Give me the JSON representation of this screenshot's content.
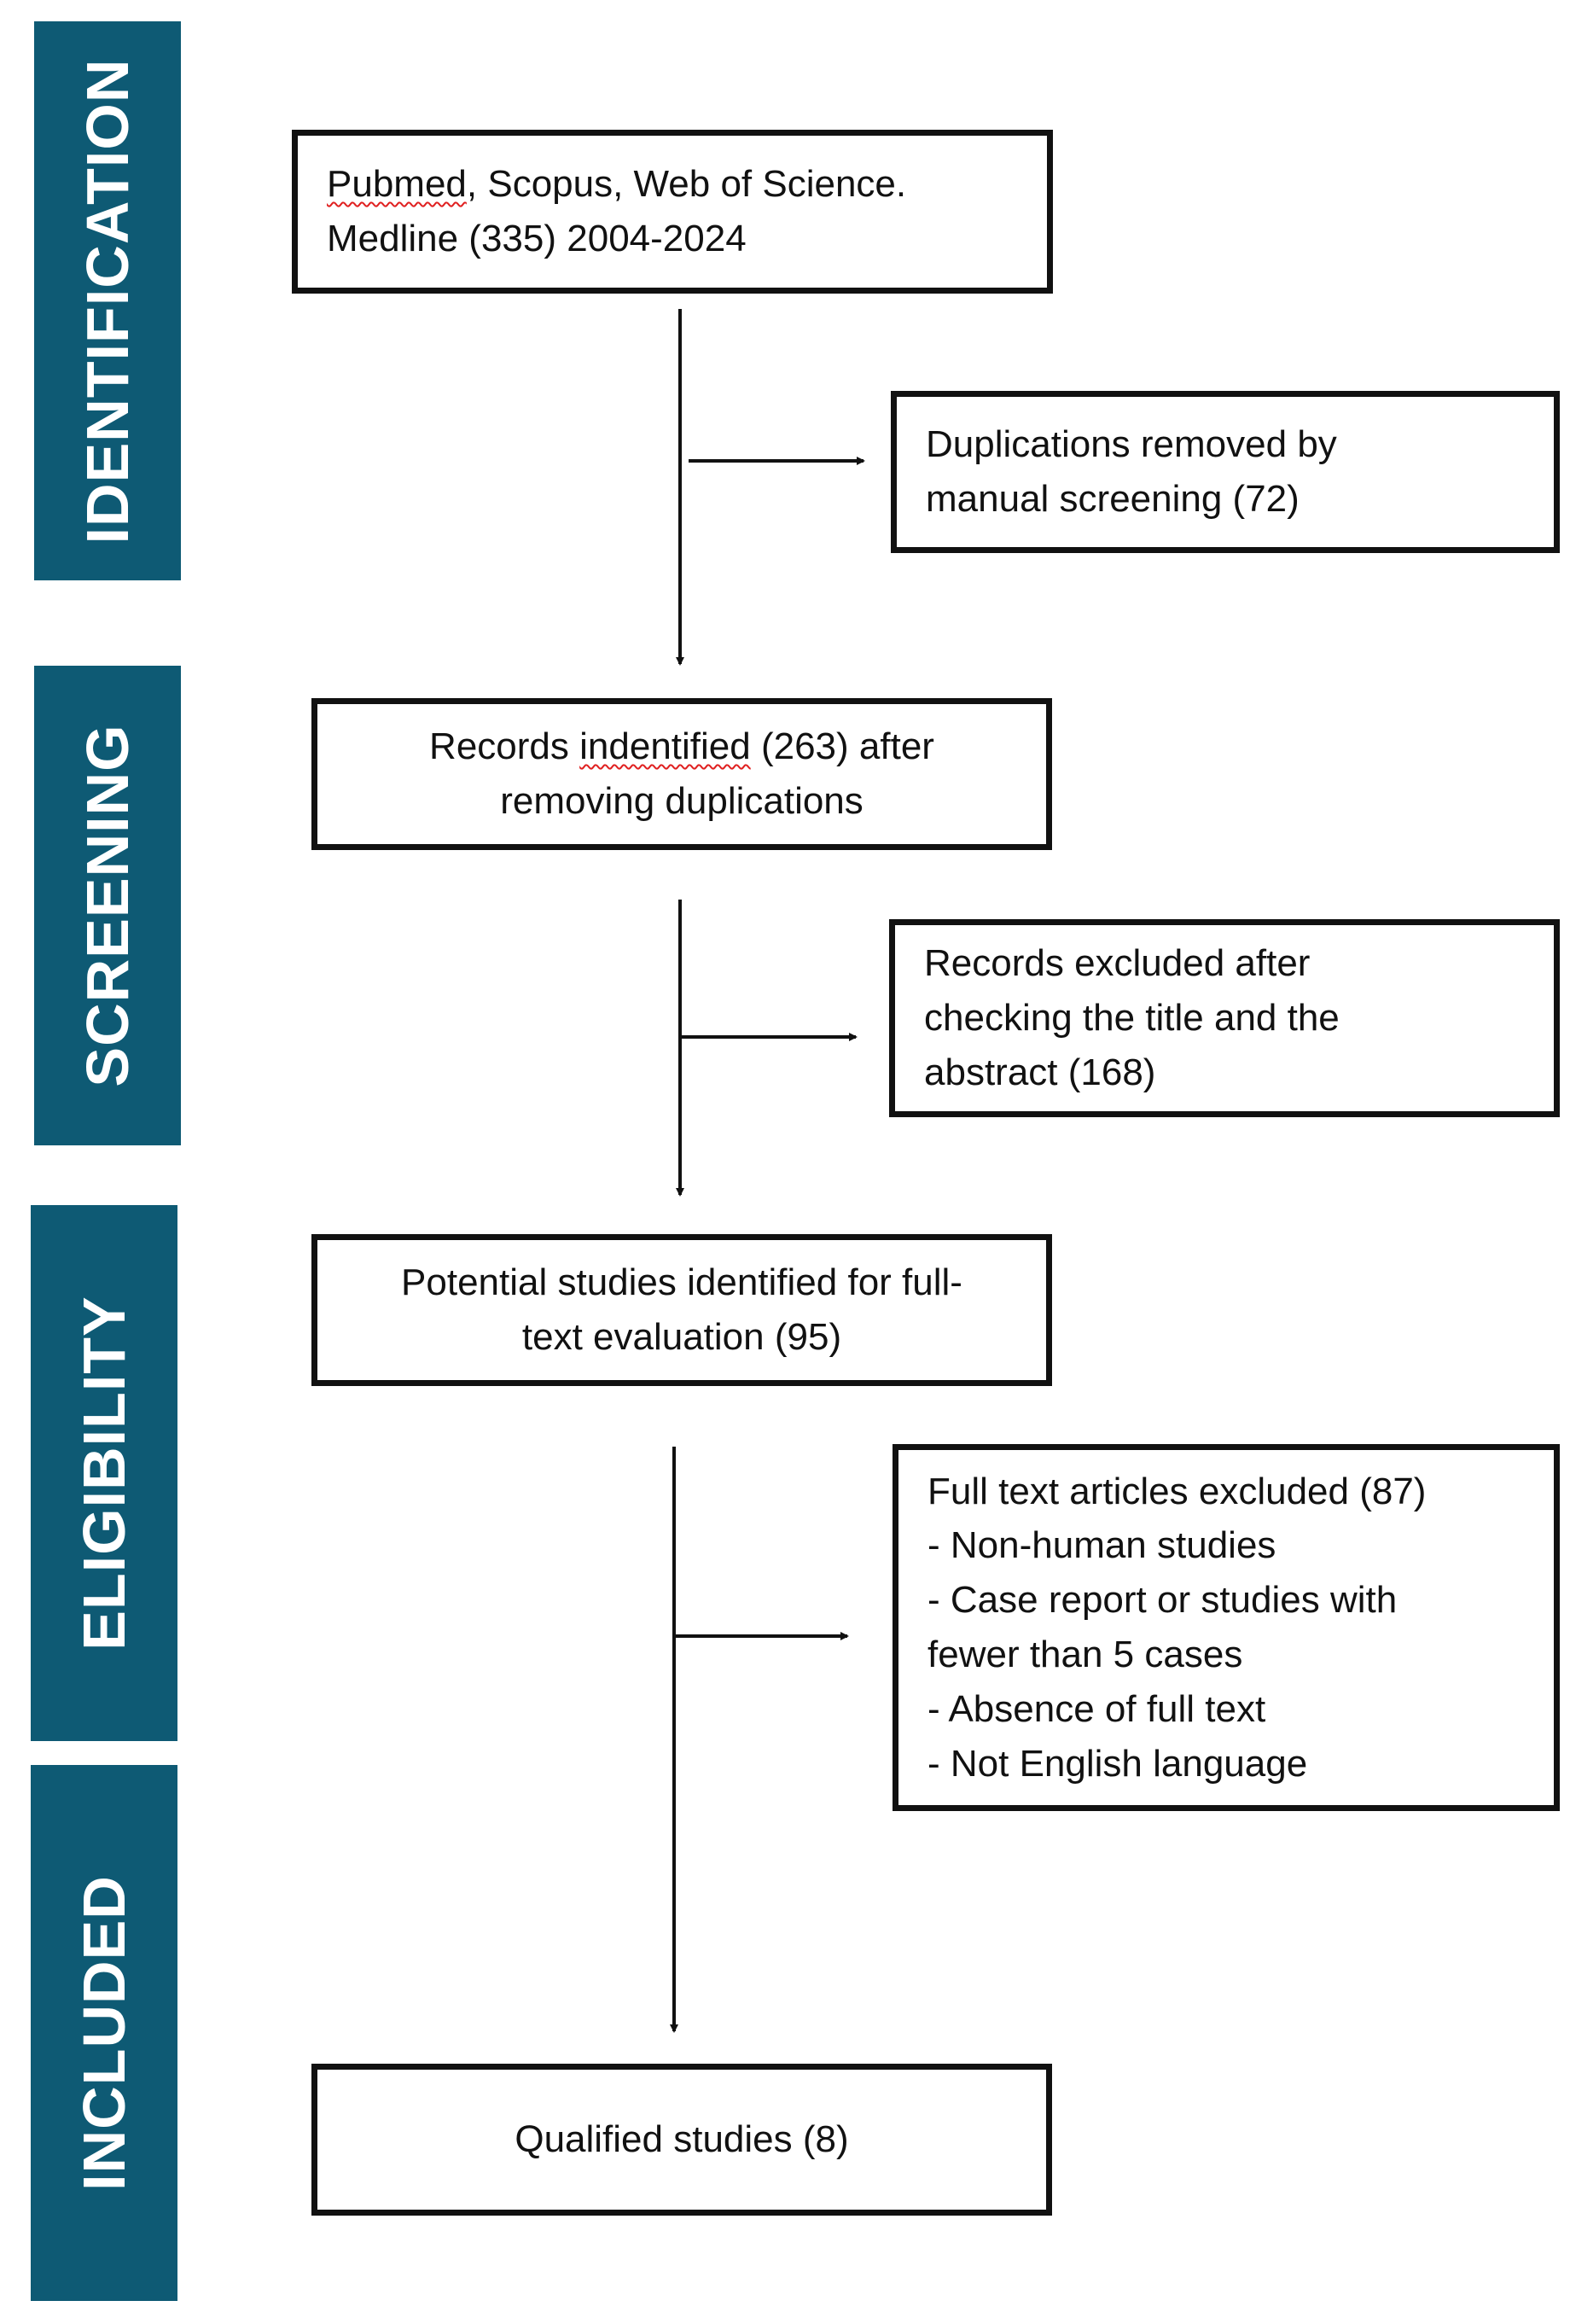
{
  "stages": {
    "identification": "IDENTIFICATION",
    "screening": "SCREENING",
    "eligibility": "ELIGIBILITY",
    "included": "INCLUDED"
  },
  "boxes": {
    "search": {
      "word1": "Pubmed",
      "rest1": ", Scopus, Web of Science.",
      "line2": "Medline (335) 2004-2024"
    },
    "duplicates": {
      "line1": "Duplications removed by",
      "line2": "manual screening (72)"
    },
    "records": {
      "pre": "Records ",
      "word": "indentified",
      "post": " (263) after",
      "line2": "removing duplications"
    },
    "excluded_title": {
      "line1": "Records excluded after",
      "line2": "checking the title and the",
      "line3": "abstract (168)"
    },
    "potential": {
      "line1": "Potential studies identified for full-",
      "line2": "text evaluation (95)"
    },
    "fulltext_excluded": {
      "line1": "Full text articles excluded (87)",
      "line2": "- Non-human studies",
      "line3": "- Case report or studies with",
      "line4": "fewer than 5 cases",
      "line5": "- Absence of full text",
      "line6": "- Not English language"
    },
    "qualified": {
      "line1": "Qualified studies (8)"
    }
  },
  "colors": {
    "band": "#0e5a74",
    "border": "#111111",
    "spellcheck": "#e02020"
  }
}
